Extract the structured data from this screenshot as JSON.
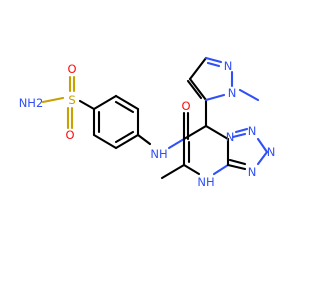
{
  "molecule": {
    "atom_labels": {
      "sulfonamide_nh2": "NH2",
      "sulfonyl_s": "S",
      "sulfonyl_o_top": "O",
      "sulfonyl_o_bottom": "O",
      "amide_nh": "NH",
      "amide_o": "O",
      "pyrazole_n1": "N",
      "pyrazole_n2": "N",
      "triazole_n1": "N",
      "triazole_n2": "N",
      "triazole_n4": "N",
      "triazole_n5": "N",
      "ring_nh": "NH"
    },
    "colors": {
      "carbon": "#000000",
      "nitrogen": "#3050f8",
      "oxygen": "#ff0d0d",
      "sulfur": "#c8a000"
    }
  }
}
